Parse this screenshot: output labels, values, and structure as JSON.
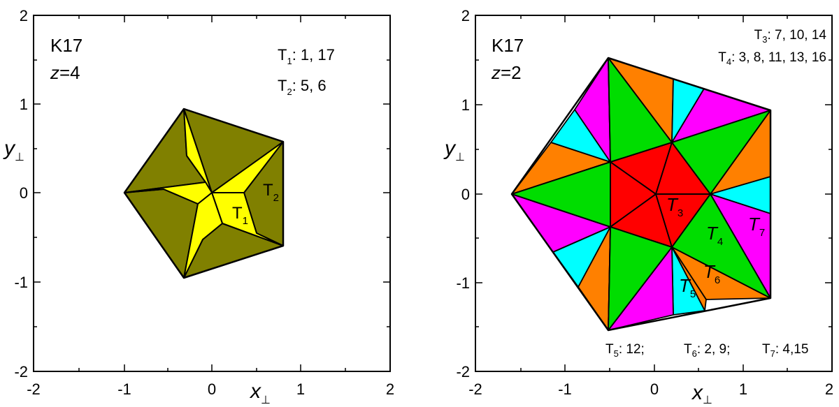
{
  "left_panel": {
    "name_label": "K17",
    "z_var": "z",
    "z_value": "=4",
    "notes": [
      {
        "t": "T",
        "sub": "1",
        "rest": ": 1, 17"
      },
      {
        "t": "T",
        "sub": "2",
        "rest": ": 5, 6"
      }
    ],
    "tile_labels": [
      {
        "t": "T",
        "sub": "1"
      },
      {
        "t": "T",
        "sub": "2"
      }
    ],
    "x_ticks": [
      "-2",
      "-1",
      "0",
      "1",
      "2"
    ],
    "y_ticks": [
      "2",
      "1",
      "0",
      "-1",
      "-2"
    ],
    "x_axis": {
      "main": "x",
      "sub": "⊥"
    },
    "y_axis": {
      "main": "y",
      "sub": "⊥"
    },
    "colors": {
      "light": "#ffff00",
      "dark": "#808000"
    }
  },
  "right_panel": {
    "name_label": "K17",
    "z_var": "z",
    "z_value": "=2",
    "notes_top": [
      {
        "t": "T",
        "sub": "3",
        "rest": ": 7, 10, 14"
      },
      {
        "t": "T",
        "sub": "4",
        "rest": ": 3, 8, 11, 13, 16"
      }
    ],
    "notes_bottom": [
      {
        "t": "T",
        "sub": "5",
        "rest": ": 12;"
      },
      {
        "t": "T",
        "sub": "6",
        "rest": ": 2, 9;"
      },
      {
        "t": "T",
        "sub": "7",
        "rest": ": 4,15"
      }
    ],
    "tile_labels": [
      {
        "t": "T",
        "sub": "3"
      },
      {
        "t": "T",
        "sub": "4"
      },
      {
        "t": "T",
        "sub": "5"
      },
      {
        "t": "T",
        "sub": "6"
      },
      {
        "t": "T",
        "sub": "7"
      }
    ],
    "x_ticks": [
      "-2",
      "-1",
      "0",
      "1",
      "2"
    ],
    "y_ticks": [
      "2",
      "1",
      "0",
      "-1",
      "-2"
    ],
    "x_axis": {
      "main": "x",
      "sub": "⊥"
    },
    "y_axis": {
      "main": "y",
      "sub": "⊥"
    },
    "colors": {
      "red": "#ff0000",
      "green": "#00dd00",
      "orange": "#ff8000",
      "cyan": "#00ffff",
      "magenta": "#ff00ff"
    }
  }
}
